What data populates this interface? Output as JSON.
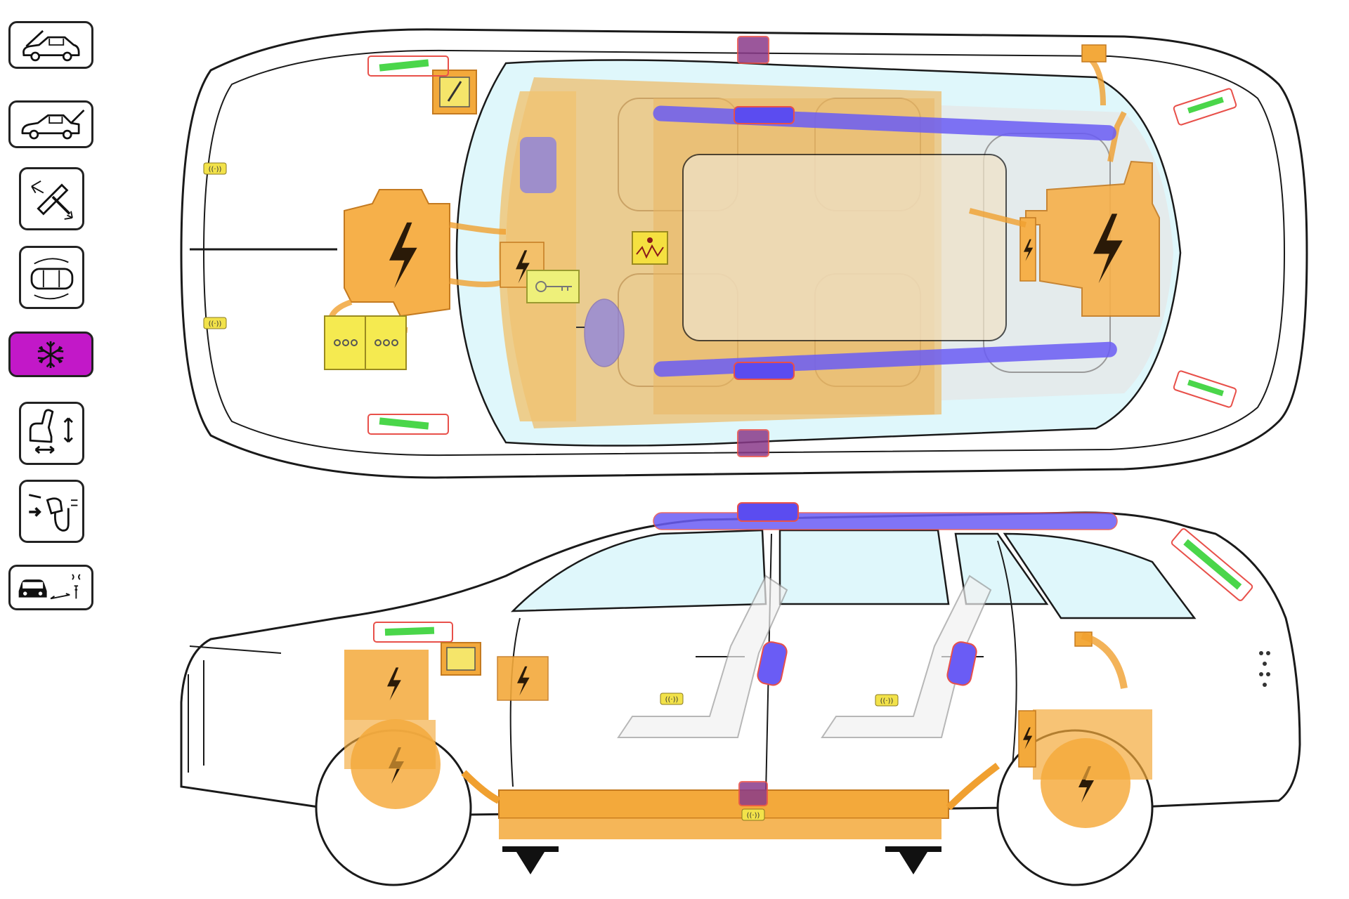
{
  "sidebar": {
    "buttons": [
      {
        "id": "hood-release",
        "icon": "car-hood-open-icon",
        "active": false
      },
      {
        "id": "trunk-release",
        "icon": "car-trunk-open-icon",
        "active": false
      },
      {
        "id": "steering-column",
        "icon": "steering-wheel-adjust-icon",
        "active": false
      },
      {
        "id": "top-view-car",
        "icon": "car-top-view-icon",
        "active": false
      },
      {
        "id": "air-conditioning",
        "icon": "snowflake-icon",
        "active": true
      },
      {
        "id": "seat-adjust",
        "icon": "seat-adjust-icon",
        "active": false
      },
      {
        "id": "charging-connector",
        "icon": "ev-charging-plug-icon",
        "active": false
      },
      {
        "id": "keyless-access",
        "icon": "car-key-distance-icon",
        "active": false
      }
    ]
  },
  "colors": {
    "hv_component": "#f3a93b",
    "hv_component_fill": "#f6b04a",
    "hv_cable": "#f0a030",
    "airbag_inflator": "#5b4cf0",
    "airbag_curtain": "#6a5cf5",
    "gas_strut": "#4ad64a",
    "strut_frame": "#e8504a",
    "pretensioner": "#8a3a8a",
    "sensor_badge": "#f2e24a",
    "battery_12v": "#f5ea50",
    "glass": "#dff7fb",
    "body_outline": "#1a1a1a",
    "active_button": "#c218c8"
  },
  "legend_icons": [
    "high-voltage-icon",
    "airbag-sensor-icon",
    "gas-strut-icon",
    "pretensioner-icon",
    "12v-battery-icon",
    "smart-key-icon",
    "pressure-cylinder-icon",
    "lifting-point-icon"
  ]
}
